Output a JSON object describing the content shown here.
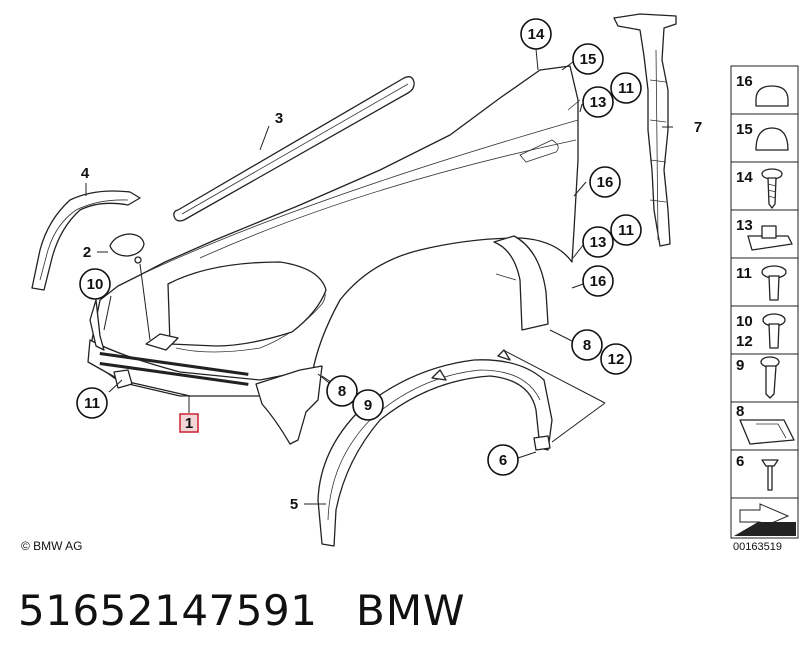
{
  "callouts": [
    {
      "label": "14"
    },
    {
      "label": "15"
    },
    {
      "label": "11"
    },
    {
      "label": "13"
    },
    {
      "label": "16"
    },
    {
      "label": "13"
    },
    {
      "label": "11"
    },
    {
      "label": "16"
    },
    {
      "label": "8"
    },
    {
      "label": "12"
    },
    {
      "label": "6"
    },
    {
      "label": "10"
    },
    {
      "label": "11"
    },
    {
      "label": "8"
    },
    {
      "label": "9"
    }
  ],
  "plain_labels": [
    {
      "label": "3"
    },
    {
      "label": "4"
    },
    {
      "label": "2"
    },
    {
      "label": "7"
    },
    {
      "label": "5"
    }
  ],
  "highlighted_label": "1",
  "side_panel": [
    {
      "label": "16"
    },
    {
      "label": "15"
    },
    {
      "label": "14"
    },
    {
      "label": "13"
    },
    {
      "label": "11"
    },
    {
      "label": "10",
      "sub": "12"
    },
    {
      "label": "9"
    },
    {
      "label": "8"
    },
    {
      "label": "6"
    }
  ],
  "copyright": "© BMW AG",
  "diagram_id": "00163519",
  "part_number": "51652147591",
  "brand": "BMW",
  "colors": {
    "highlight_border": "#cc2233",
    "highlight_fill": "#f3d6d6"
  }
}
